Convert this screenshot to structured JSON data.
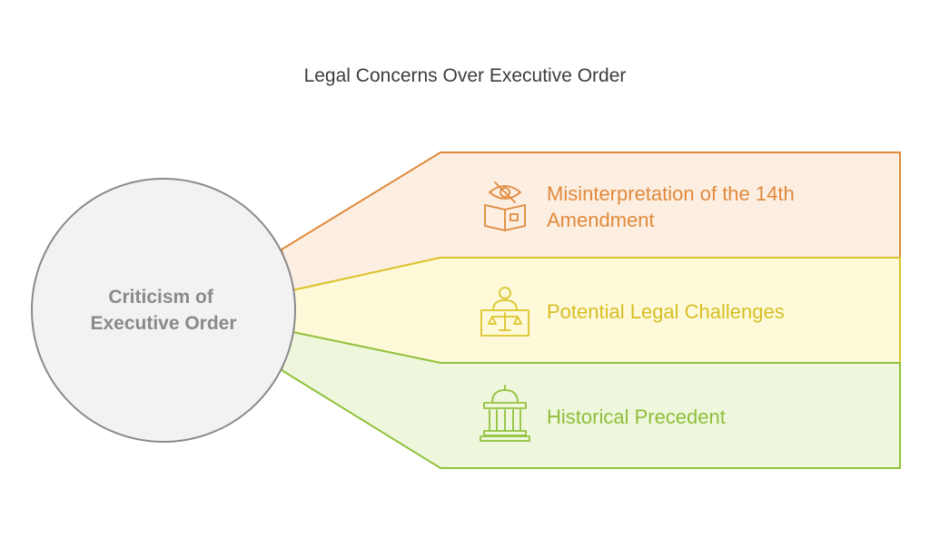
{
  "title": "Legal Concerns Over Executive Order",
  "center": {
    "line1": "Criticism of",
    "line2": "Executive Order"
  },
  "bands": [
    {
      "line1": "Misinterpretation of the 14th",
      "line2": "Amendment",
      "icon": "eye-book-icon",
      "fill": "#fdeee2",
      "stroke": "#e08a3c",
      "text_color": "#e08a3c"
    },
    {
      "line1": "Potential Legal Challenges",
      "line2": "",
      "icon": "judge-scales-icon",
      "fill": "#fef9d9",
      "stroke": "#dcc52b",
      "text_color": "#d6bf25"
    },
    {
      "line1": "Historical Precedent",
      "line2": "",
      "icon": "courthouse-icon",
      "fill": "#eef7dc",
      "stroke": "#92c13e",
      "text_color": "#8fbe3a"
    }
  ]
}
